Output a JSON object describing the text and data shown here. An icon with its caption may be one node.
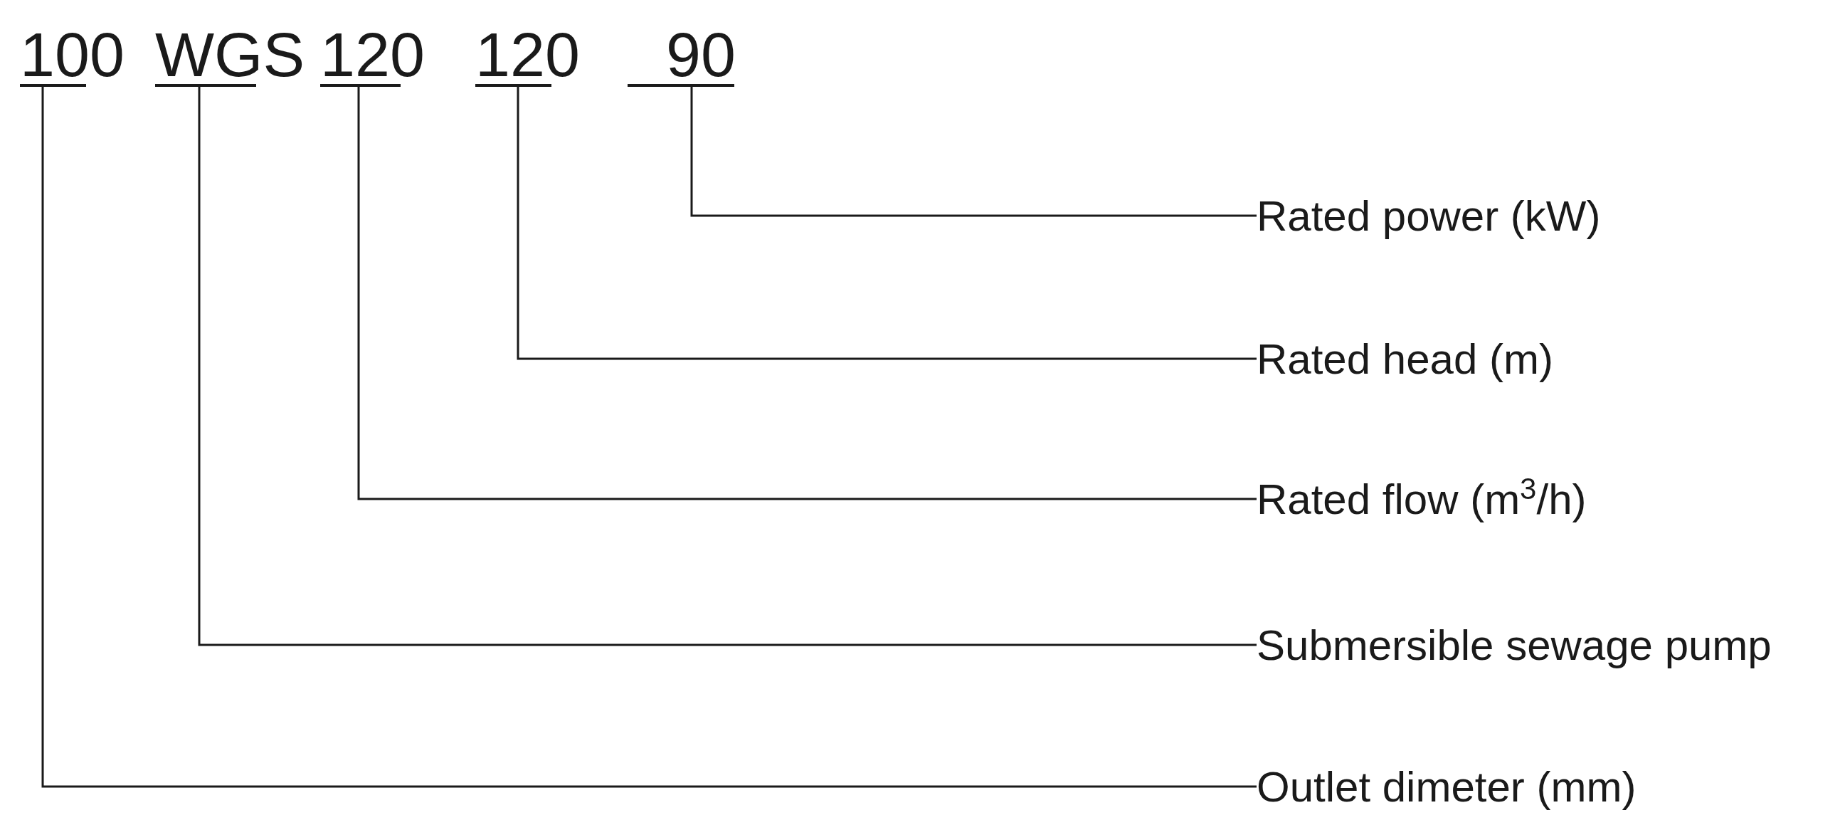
{
  "diagram": {
    "nodes": [
      {
        "text": [
          "100"
        ]
      },
      {
        "text": [
          "WGS"
        ]
      },
      {
        "text": [
          "120"
        ]
      },
      {
        "text": [
          "120"
        ]
      },
      {
        "text": [
          "90"
        ]
      },
      {
        "text": [
          "Rated power (kW)"
        ]
      },
      {
        "text": [
          "Rated head (m)"
        ]
      },
      {
        "text": [
          "Rated flow (m$^{3}$/h)"
        ]
      },
      {
        "text": [
          "Submersible sewage pump"
        ]
      },
      {
        "text": [
          "Outlet dimeter (mm)"
        ]
      }
    ],
    "edges": [
      {
        "from": 4,
        "to": 5,
        "arrow": "none"
      },
      {
        "from": 3,
        "to": 6,
        "arrow": "none"
      },
      {
        "from": 2,
        "to": 7,
        "arrow": "none"
      },
      {
        "from": 1,
        "to": 8,
        "arrow": "none"
      },
      {
        "from": 0,
        "to": 9,
        "arrow": "none"
      }
    ]
  }
}
